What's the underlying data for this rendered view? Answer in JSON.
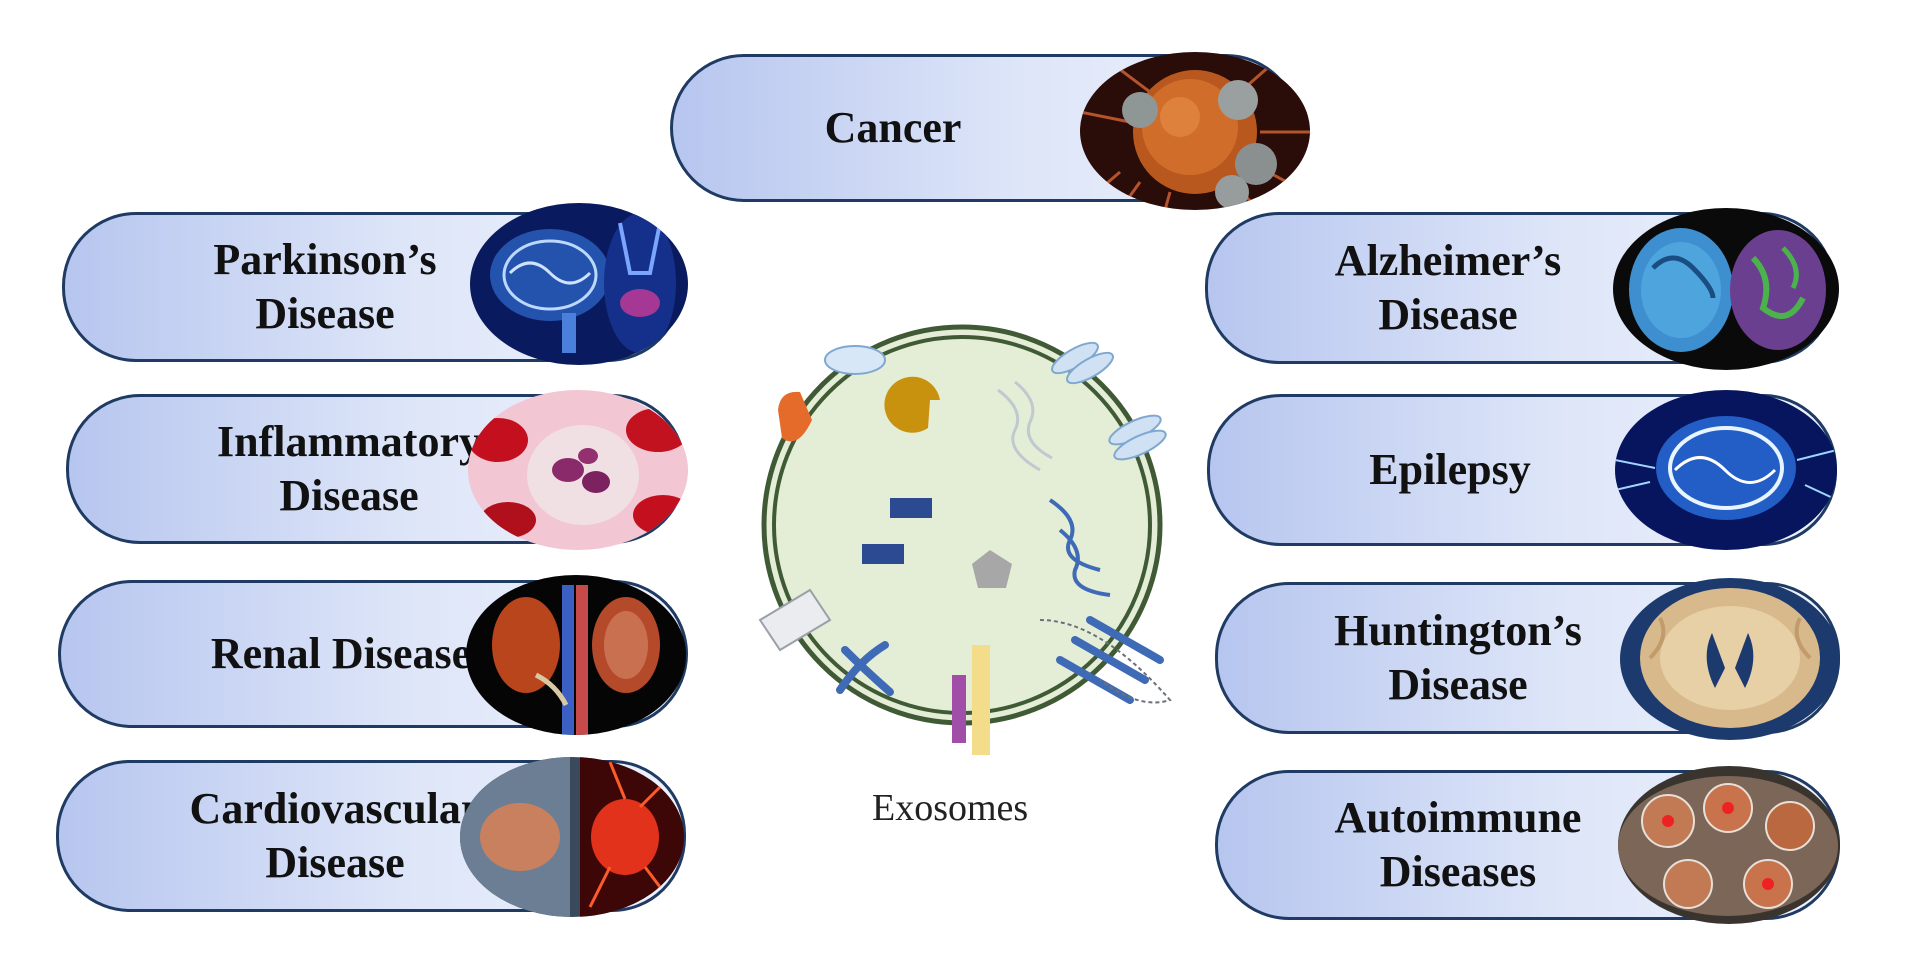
{
  "center": {
    "label": "Exosomes"
  },
  "diseases": {
    "cancer": {
      "line1": "Cancer"
    },
    "parkinsons": {
      "line1": "Parkinson’s",
      "line2": "Disease"
    },
    "inflammatory": {
      "line1": "Inflammatory",
      "line2": "Disease"
    },
    "renal": {
      "line1": "Renal Disease"
    },
    "cardiovascular": {
      "line1": "Cardiovascular",
      "line2": "Disease"
    },
    "alzheimers": {
      "line1": "Alzheimer’s",
      "line2": "Disease"
    },
    "epilepsy": {
      "line1": "Epilepsy"
    },
    "huntingtons": {
      "line1": "Huntington’s",
      "line2": "Disease"
    },
    "autoimmune": {
      "line1": "Autoimmune",
      "line2": "Diseases"
    }
  },
  "colors": {
    "pill_border": "#1f3b63",
    "pill_fill": "#c9d5f3",
    "vesicle_fill": "#e3edd7",
    "vesicle_border": "#3f5a35"
  }
}
